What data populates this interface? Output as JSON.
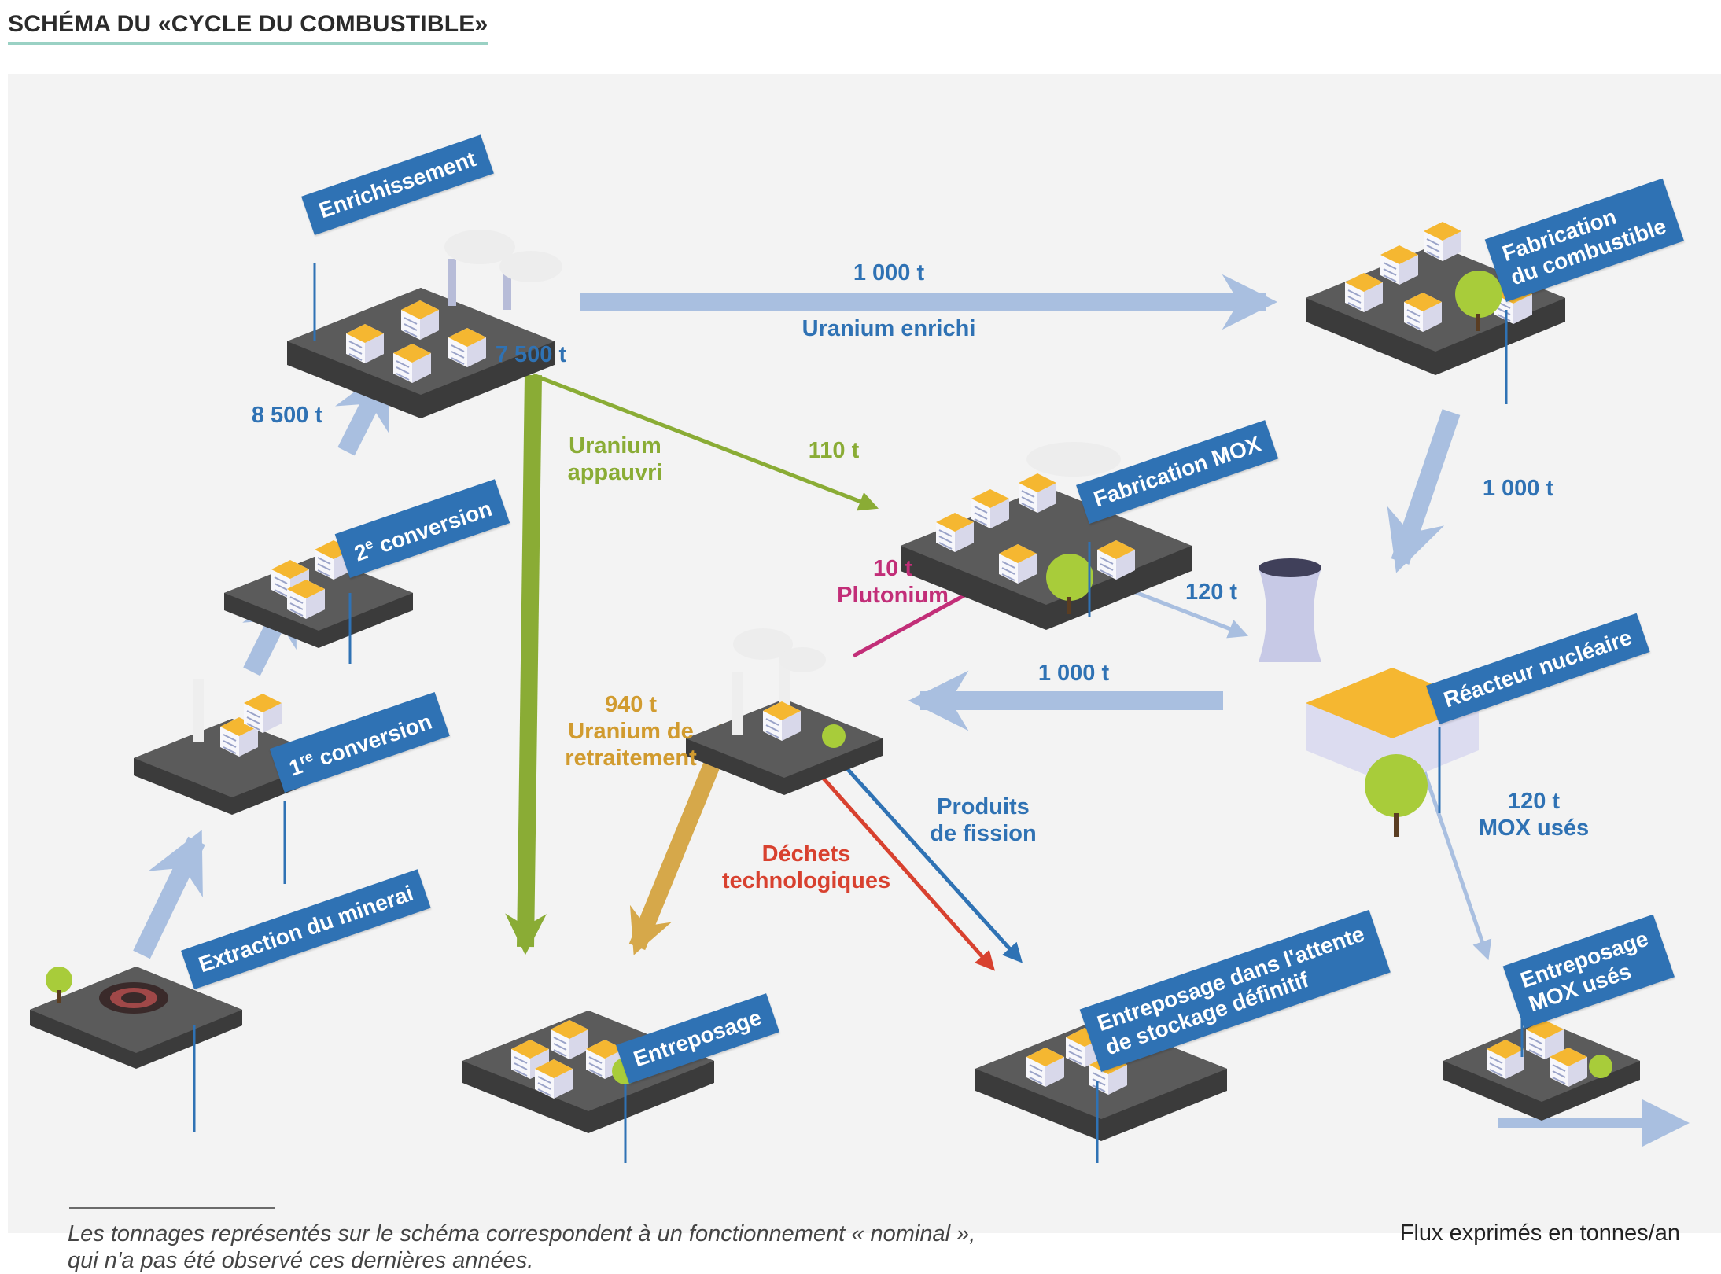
{
  "title": "SCHÉMA DU «CYCLE DU COMBUSTIBLE»",
  "stages": {
    "extraction": "Extraction du minerai",
    "conversion1": "1re conversion",
    "conversion2": "2e conversion",
    "enrichissement": "Enrichissement",
    "fabrication_combustible": "Fabrication\ndu combustible",
    "fabrication_mox": "Fabrication MOX",
    "reacteur": "Réacteur nucléaire",
    "entreposage": "Entreposage",
    "entreposage_definitif": "Entreposage dans l'attente\nde stockage définitif",
    "entreposage_mox": "Entreposage\nMOX usés"
  },
  "flows": {
    "conv2_to_enrich_qty": "8 500 t",
    "enrich_out_qty": "7 500 t",
    "enrich_to_fab_qty": "1 000 t",
    "enrich_to_fab_label": "Uranium enrichi",
    "depleted_label": "Uranium\nappauvri",
    "depleted_to_mox_qty": "110 t",
    "fab_to_reactor_qty": "1 000 t",
    "mox_to_reactor_qty": "120 t",
    "reactor_to_reproc_qty": "1 000 t",
    "plutonium": "10 t\nPlutonium",
    "reproc_uranium": "940 t\nUranium de\nretraitement",
    "waste_label": "Déchets\ntechnologiques",
    "fission_label": "Produits\nde fission",
    "mox_used": "120 t\nMOX usés"
  },
  "footnote": "Les tonnages représentés sur le schéma correspondent à un fonctionnement « nominal »,\nqui n'a pas été observé ces dernières années.",
  "legend": "Flux exprimés en tonnes/an",
  "colors": {
    "flag": "#2f72b4",
    "flow": "#a9bfe0",
    "depleted": "#8aac35",
    "reprocessed": "#d6a84a",
    "waste": "#d8412f",
    "fission": "#2f72b4",
    "plutonium": "#c22e78"
  }
}
